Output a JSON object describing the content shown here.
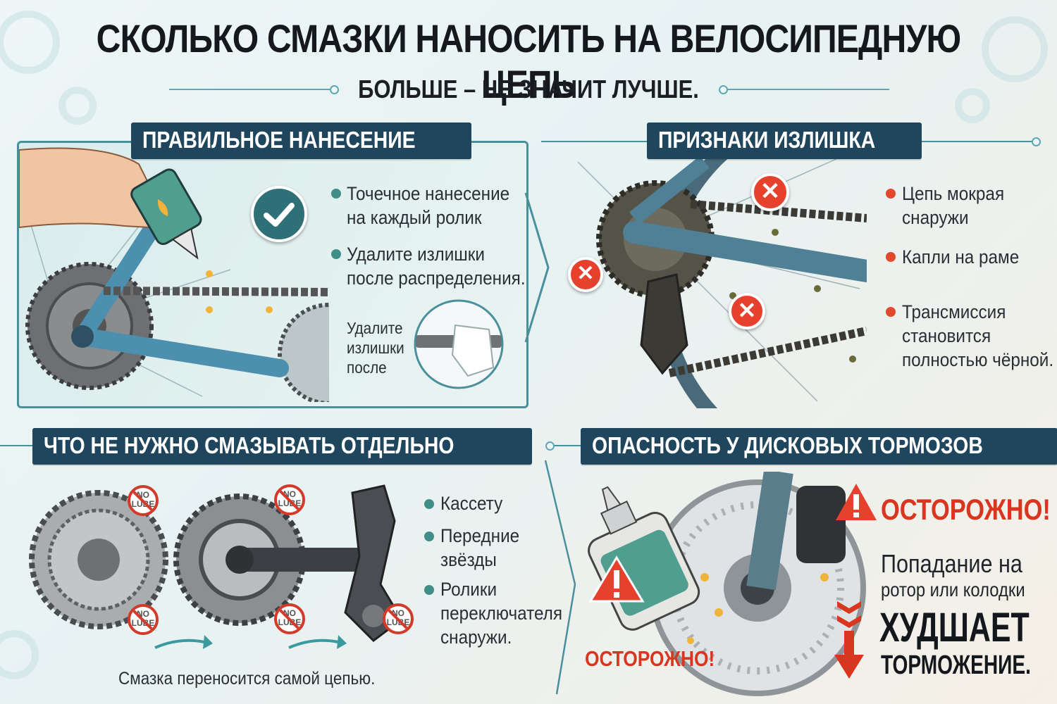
{
  "header": {
    "title": "СКОЛЬКО СМАЗКИ НАНОСИТЬ НА ВЕЛОСИПЕДНУЮ ЦЕПЬ",
    "subtitle": "БОЛЬШЕ – НЕ ЗНАЧИТ ЛУЧШЕ."
  },
  "correct": {
    "banner": "ПРАВИЛЬНОЕ НАНЕСЕНИЕ",
    "bullets": [
      {
        "line1": "Точечное нанесение",
        "line2": "на каждый ролик"
      },
      {
        "line1": "Удалите излишки",
        "line2": "после распределения."
      }
    ],
    "inset_lines": [
      "Удалите",
      "излишки",
      "после"
    ],
    "check_icon": "checkmark-icon"
  },
  "excess": {
    "banner": "ПРИЗНАКИ ИЗЛИШКА",
    "bullets": [
      {
        "lines": [
          "Цепь мокрая",
          "снаружи"
        ]
      },
      {
        "lines": [
          "Капли на раме"
        ]
      },
      {
        "lines": [
          "Трансмиссия",
          "становится",
          "полностью чёрной."
        ]
      }
    ]
  },
  "nolube": {
    "banner": "ЧТО НЕ НУЖНО СМАЗЫВАТЬ ОТДЕЛЬНО",
    "badge_text": [
      "NO",
      "LUBE"
    ],
    "bullets": [
      {
        "lines": [
          "Кассету"
        ]
      },
      {
        "lines": [
          "Передние",
          "звёзды"
        ]
      },
      {
        "lines": [
          "Ролики",
          "переключателя",
          "снаружи."
        ]
      }
    ],
    "caption": "Смазка переносится самой цепью."
  },
  "brakes": {
    "banner": "ОПАСНОСТЬ У ДИСКОВЫХ ТОРМОЗОВ",
    "warning_top": "ОСТОРОЖНО!",
    "warning_bottom": "ОСТОРОЖНО!",
    "text1": "Попадание на",
    "text2": "ротор или колодки",
    "text3": "ХУДШАЕТ",
    "text4": "ТОРМОЖЕНИЕ."
  },
  "colors": {
    "banner": "#20465e",
    "accent": "#4a8f9c",
    "danger": "#e0482f",
    "bullet_teal": "#3f8f86"
  }
}
